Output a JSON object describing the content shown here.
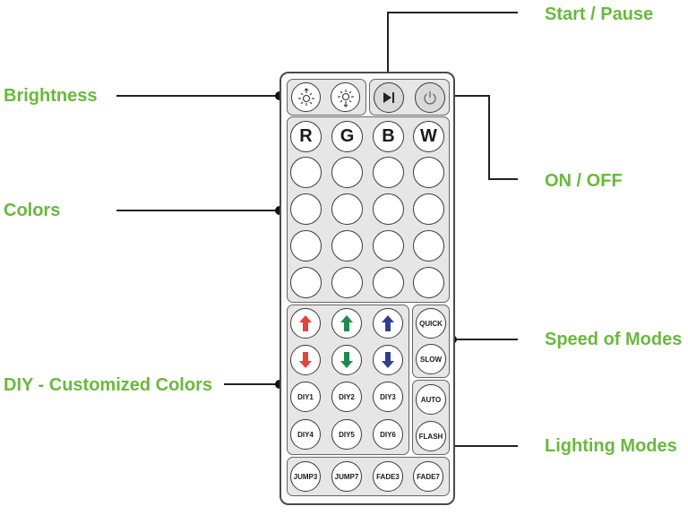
{
  "labels": {
    "start_pause": "Start / Pause",
    "brightness": "Brightness",
    "on_off": "ON / OFF",
    "colors": "Colors",
    "speed": "Speed of Modes",
    "diy": "DIY - Customized Colors",
    "lighting": "Lighting Modes"
  },
  "rgbw": [
    "R",
    "G",
    "B",
    "W"
  ],
  "diy_buttons": [
    "DIY1",
    "DIY2",
    "DIY3",
    "DIY4",
    "DIY5",
    "DIY6"
  ],
  "speed_buttons": [
    "QUICK",
    "SLOW"
  ],
  "mode_buttons": [
    "AUTO",
    "FLASH"
  ],
  "bottom_buttons": [
    "JUMP3",
    "JUMP7",
    "FADE3",
    "FADE7"
  ],
  "colors": {
    "label_green": "#6ab83d",
    "arrow_red": "#e5413d",
    "arrow_green": "#1f8a4c",
    "arrow_blue": "#2f3f8f"
  },
  "icons": {
    "brightness_up": "brightness-up-icon",
    "brightness_down": "brightness-down-icon",
    "play_pause": "play-pause-icon",
    "power": "power-icon"
  }
}
